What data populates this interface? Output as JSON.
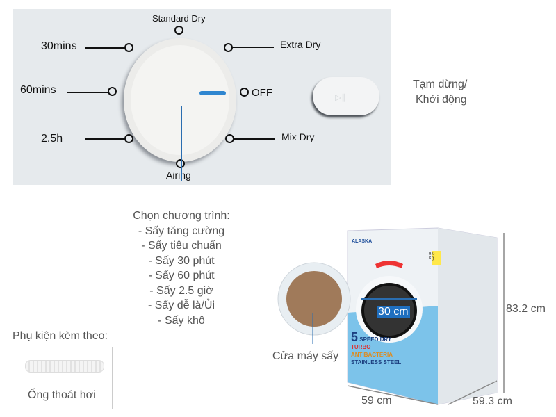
{
  "control_panel": {
    "settings": {
      "standard_dry": "Standard Dry",
      "extra_dry": "Extra Dry",
      "off": "OFF",
      "mix_dry": "Mix Dry",
      "airing": "Airing",
      "mins30": "30mins",
      "mins60": "60mins",
      "h25": "2.5h"
    },
    "start_button_label": [
      "Tạm dừng/",
      "Khởi động"
    ]
  },
  "program_menu": {
    "title": "Chọn chương trình:",
    "items": [
      "- Sấy tăng cường",
      "- Sấy tiêu chuẩn",
      "- Sấy 30 phút",
      "- Sấy 60 phút",
      "- Sấy 2.5 giờ",
      "- Sấy dễ là/Ủi",
      "- Sấy khô"
    ]
  },
  "accessories": {
    "title": "Phụ kiện kèm theo:",
    "item": "Ống thoát hơi"
  },
  "product": {
    "brand": "ALASKA",
    "capacity": "9.0 Kg",
    "badges": [
      "5",
      "SPEED DRY",
      "TURBO",
      "ANTIBACTERIA",
      "STAINLESS STEEL"
    ],
    "door_label": "Cửa máy sấy",
    "drum_diameter": "30 cm",
    "height": "83.2 cm",
    "width": "59 cm",
    "depth": "59.3 cm"
  },
  "colors": {
    "accent": "#1f6fbf",
    "callout": "#2a6db0"
  }
}
